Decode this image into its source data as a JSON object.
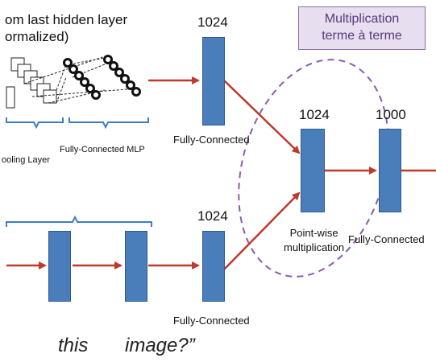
{
  "top_left": {
    "line1": "om last hidden layer",
    "line2": "ormalized)"
  },
  "brackets": {
    "pooling": "ooling  Layer",
    "mlp": "Fully-Connected MLP"
  },
  "callout": {
    "line1": "Multiplication",
    "line2": "terme à terme"
  },
  "nodes": {
    "fc_top": {
      "size": "1024",
      "label": "Fully-Connected"
    },
    "merge": {
      "size": "1024",
      "label_line1": "Point-wise",
      "label_line2": "multiplication"
    },
    "out": {
      "size": "1000",
      "label": "Fully-Connected"
    },
    "fc_bottom": {
      "size": "1024",
      "label": "Fully-Connected"
    }
  },
  "bottom_text": {
    "word1": "this",
    "word2": "image?”"
  },
  "colors": {
    "block": "#4a7ebb",
    "arrow": "#c0392b",
    "bracket": "#3d7cc9",
    "ellipse": "#8a5bb0",
    "callout_bg": "#e7def0"
  }
}
